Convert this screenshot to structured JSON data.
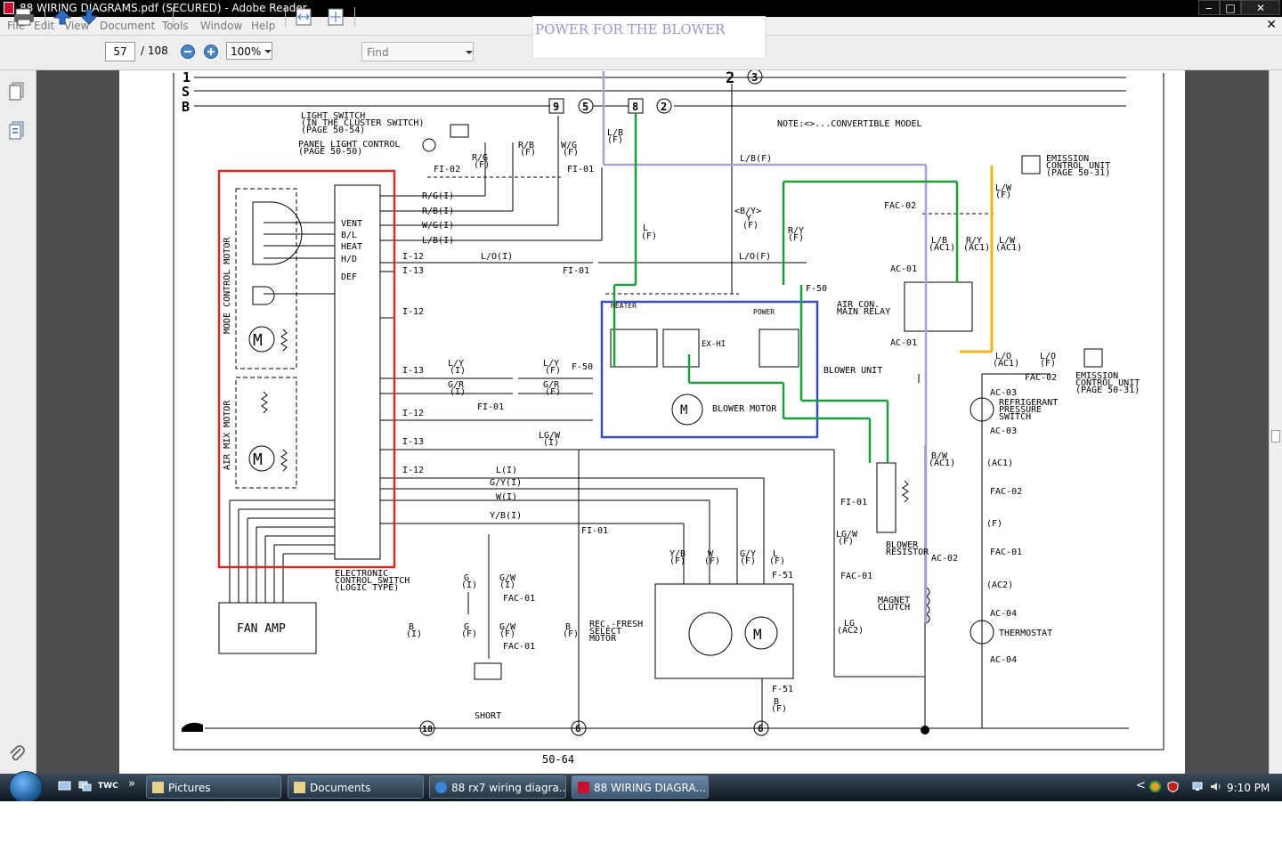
{
  "window": {
    "title": "88 WIRING DIAGRAMS.pdf (SECURED) - Adobe Reader",
    "min_glyph": "‒",
    "max_glyph": "□",
    "close_glyph": "✕"
  },
  "menu": [
    "File",
    "Edit",
    "View",
    "Document",
    "Tools",
    "Window",
    "Help"
  ],
  "menu_close": "✕",
  "toolbar": {
    "page_current": "57",
    "page_total": "/ 108",
    "zoom": "100%",
    "find_placeholder": "Find"
  },
  "annotation": "POWER FOR THE BLOWER",
  "diagram": {
    "bus": [
      "1",
      "S",
      "B"
    ],
    "bus_connectors": [
      "9",
      "5",
      "8",
      "2",
      "2",
      "3"
    ],
    "note": "NOTE:<>...CONVERTIBLE MODEL",
    "light_switch": [
      "LIGHT SWITCH",
      "(IN THE CLUSTER SWITCH)",
      "(PAGE 50-54)"
    ],
    "panel_light": [
      "PANEL LIGHT CONTROL",
      "(PAGE 50-50)"
    ],
    "top_wires": [
      "R/G",
      "(F)",
      "R/B",
      "(F)",
      "W/G",
      "(F)",
      "L/B",
      "(F)"
    ],
    "fi02": "FI-02",
    "fi01": "FI-01",
    "lbf": "L/B(F)",
    "emission_top": [
      "EMISSION",
      "CONTROL UNIT",
      "(PAGE 50-31)"
    ],
    "emission_mid": [
      "EMISSION",
      "CONTROL UNIT",
      "(PAGE 50-31)"
    ],
    "mode_motor": "MODE CONTROL MOTOR",
    "airmix_motor": "AIR MIX MOTOR",
    "switch_labels": [
      "VENT",
      "B/L",
      "HEAT",
      "H/D",
      "DEF"
    ],
    "harness_wires": [
      "R/G(I)",
      "R/B(I)",
      "W/G(I)",
      "L/B(I)"
    ],
    "i12": "I-12",
    "i13": "I-13",
    "lo_i": "L/O(I)",
    "lo_f": "L/O(F)",
    "l_f": "L",
    "l_f2": "(F)",
    "bybox": [
      "<B/Y>",
      "Y",
      "(F)"
    ],
    "ry": [
      "R/Y",
      "(F)"
    ],
    "f50": "F-50",
    "fac02": "FAC-02",
    "ac01": "AC-01",
    "relay": [
      "AIR CON.",
      "MAIN RELAY"
    ],
    "relay_wires": [
      "L/B",
      "(AC1)",
      "R/Y",
      "(AC1)",
      "L/W",
      "(AC1)"
    ],
    "lw": [
      "L/W",
      "(F)"
    ],
    "heater": "HEATER",
    "power": "POWER",
    "exhi": "EX-HI",
    "blower_unit": "BLOWER UNIT",
    "blower_motor": "BLOWER MOTOR",
    "mid_wires": [
      "L/Y",
      "(I)",
      "L/Y",
      "(F)",
      "G/R",
      "(I)",
      "G/R",
      "(F)"
    ],
    "lower_wires": [
      "L(I)",
      "G/Y(I)",
      "W(I)",
      "Y/B(I)"
    ],
    "lgw": [
      "LG/W",
      "(I)"
    ],
    "lgw2": [
      "LG/W",
      "(F)"
    ],
    "bw": [
      "B/W",
      "(AC1)"
    ],
    "lo_ac": [
      "L/O",
      "(AC1)",
      "L/O",
      "(F)"
    ],
    "ac03": "AC-03",
    "refrig": [
      "REFRIGERANT",
      "PRESSURE",
      "SWITCH"
    ],
    "ac1": "(AC1)",
    "fac01": "FAC-01",
    "ac2": "(AC2)",
    "ac04": "AC-04",
    "thermostat": "THERMOSTAT",
    "ac02": "AC-02",
    "magnet": [
      "MAGNET",
      "CLUTCH"
    ],
    "lg_ac2": [
      "LG",
      "(AC2)"
    ],
    "blower_resistor": [
      "BLOWER",
      "RESISTOR"
    ],
    "ecu": [
      "ELECTRONIC",
      "CONTROL SWITCH",
      "(LOGIC TYPE)"
    ],
    "fan_amp": "FAN AMP",
    "bottom_wires": [
      "G",
      "(I)",
      "G/W",
      "(I)",
      "G",
      "(F)",
      "G/W",
      "(F)",
      "B",
      "(I)",
      "B",
      "(F)"
    ],
    "fac01b": "FAC-01",
    "fi01b": "FI-01",
    "short": "SHORT",
    "recfresh": [
      "REC.-FRESH",
      "SELECT",
      "MOTOR"
    ],
    "motor_wires": [
      "Y/B",
      "(F)",
      "W",
      "(F)",
      "G/Y",
      "(F)",
      "L",
      "(F)"
    ],
    "f51": "F-51",
    "bf": [
      "B",
      "(F)"
    ],
    "grounds": [
      "18",
      "6",
      "6"
    ],
    "fi01c": "FI-01",
    "fac01c": "FAC-01",
    "page_number": "50-64",
    "m": "M"
  },
  "taskbar": {
    "buttons": [
      "Pictures",
      "Documents",
      "88 rx7 wiring diagra...",
      "88 WIRING DIAGRA..."
    ],
    "clock": "9:10 PM",
    "tray_arrow": "<",
    "quick_more": "»",
    "twc": "TWC"
  },
  "colors": {
    "highlight_red": "#d42a2a",
    "highlight_blue": "#3850b8",
    "highlight_green": "#1e9e3a",
    "highlight_purple": "#a9a2cf",
    "highlight_yellow": "#f0b418"
  }
}
